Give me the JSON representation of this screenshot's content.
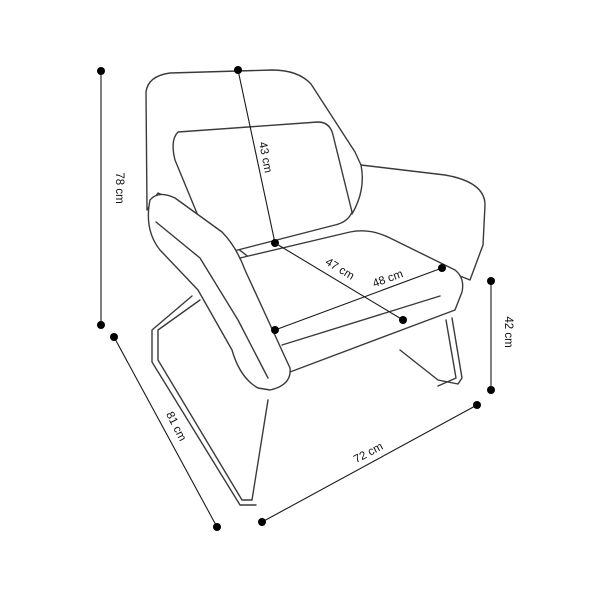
{
  "dimensions": {
    "height_overall": "78 cm",
    "depth_overall": "81 cm",
    "width_overall": "72 cm",
    "seat_height": "42 cm",
    "backrest_height": "43 cm",
    "seat_depth": "47 cm",
    "seat_width": "48 cm"
  }
}
